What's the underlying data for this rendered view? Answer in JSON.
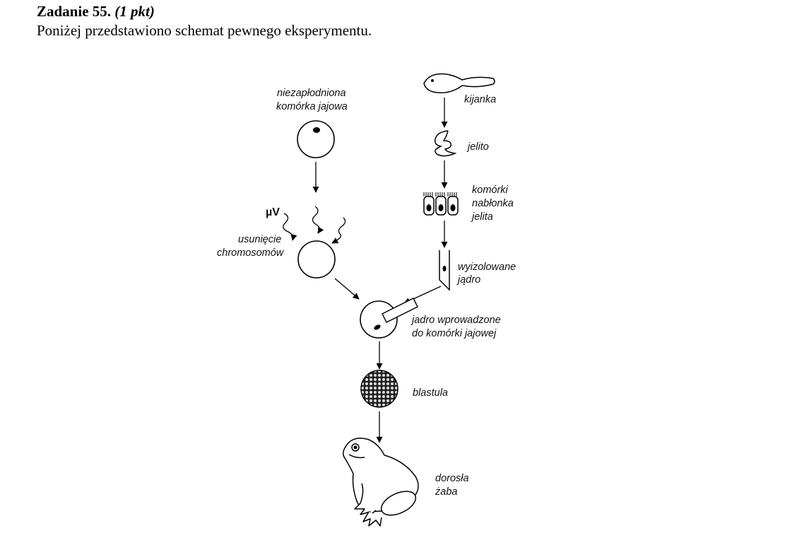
{
  "task": {
    "title_prefix": "Zadanie 55.",
    "title_points": "(1 pkt)",
    "intro": "Poniżej przedstawiono schemat pewnego eksperymentu."
  },
  "diagram": {
    "egg_label_line1": "niezapłodniona",
    "egg_label_line2": "komórka jajowa",
    "uv_label": "µV",
    "removal_label_line1": "usunięcie",
    "removal_label_line2": "chromosomów",
    "tadpole_label": "kijanka",
    "gut_label": "jelito",
    "epithelium_label_line1": "komórki",
    "epithelium_label_line2": "nabłonka",
    "epithelium_label_line3": "jelita",
    "nucleus_label_line1": "wyizolowane",
    "nucleus_label_line2": "jądro",
    "transfer_label_line1": "jadro wprowadzone",
    "transfer_label_line2": "do komórki jajowej",
    "blastula_label": "blastula",
    "frog_label_line1": "dorosła",
    "frog_label_line2": "żaba"
  }
}
